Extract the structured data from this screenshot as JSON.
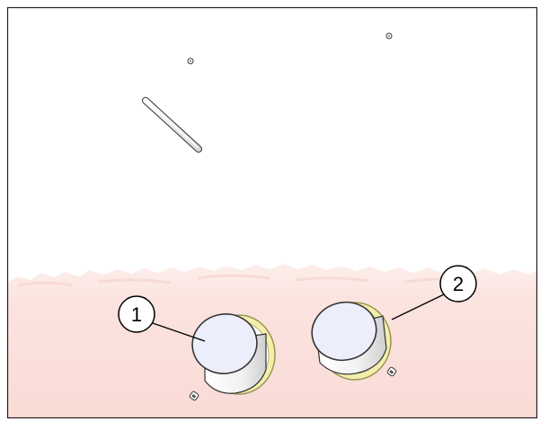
{
  "callouts": [
    {
      "label": "1",
      "target": "left-bushing"
    },
    {
      "label": "2",
      "target": "right-bushing"
    }
  ],
  "colors": {
    "frame": "#222222",
    "background": "#ffffff",
    "tissue": "#fbe3df",
    "cylinder_face": "#eceefb",
    "ring": "#f3eeaa",
    "ring_edge": "#9a9555",
    "outline": "#333333"
  }
}
